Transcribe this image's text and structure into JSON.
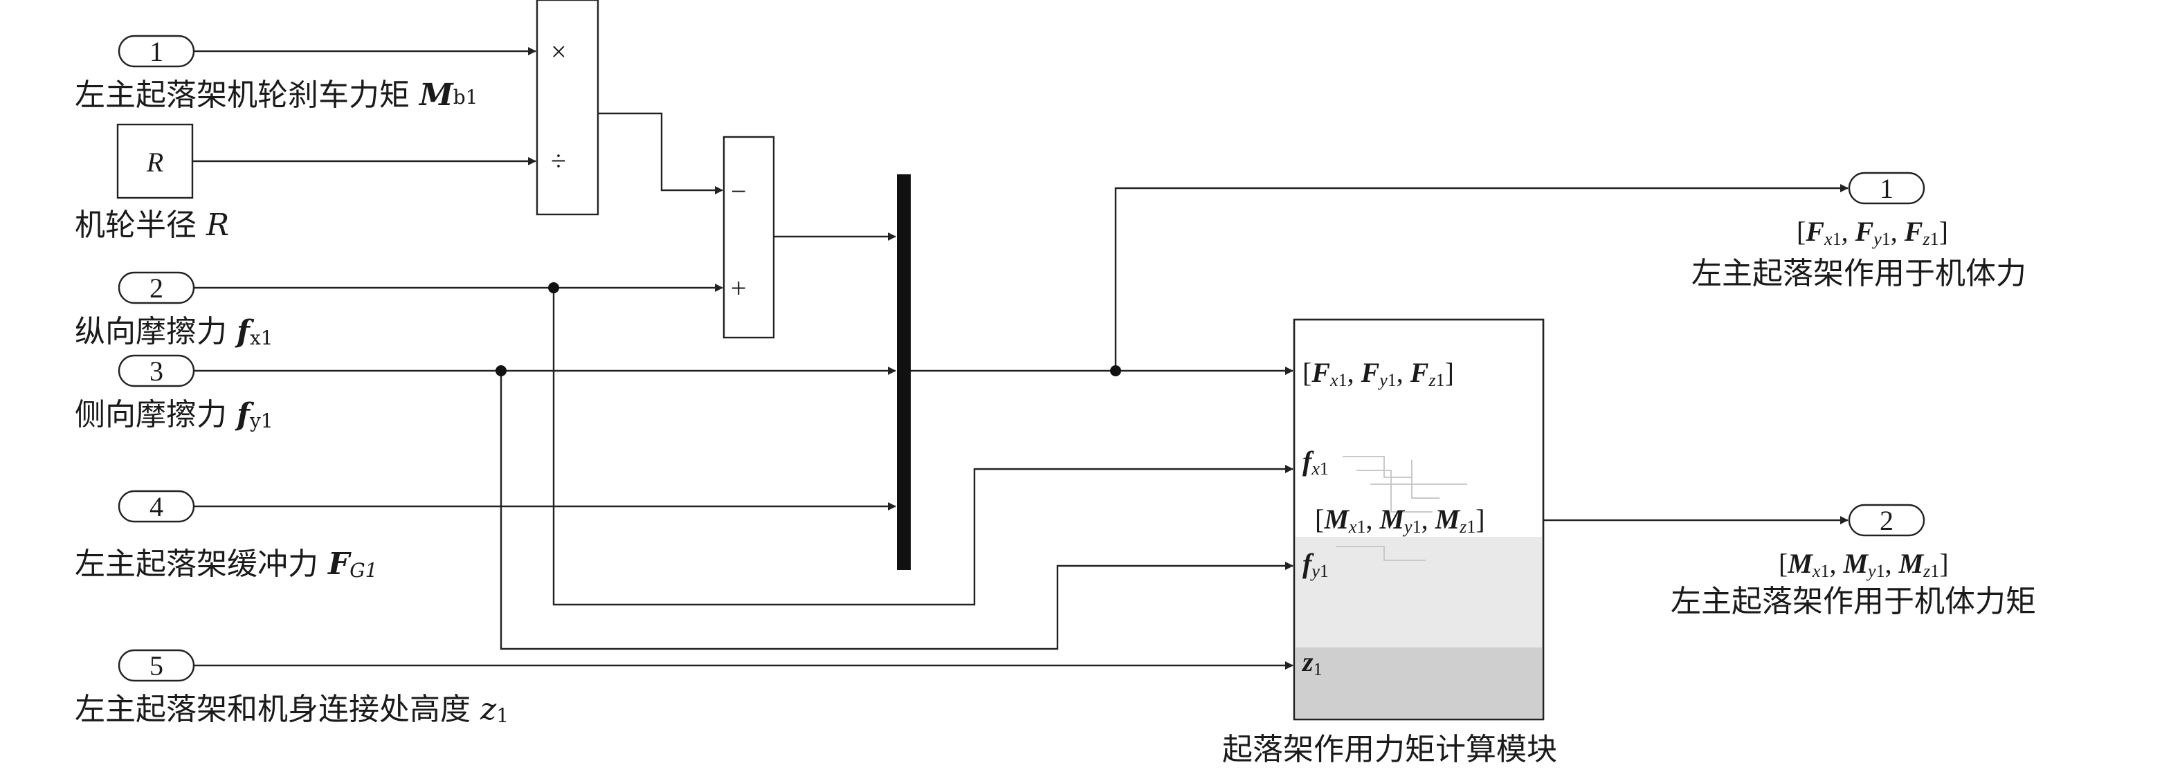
{
  "inputs": [
    {
      "num": "1",
      "label": "左主起落架机轮刹车力矩 ",
      "var": "M",
      "sub": "b1"
    },
    {
      "num": "2",
      "label": "纵向摩擦力 ",
      "var": "f",
      "sub": "x1"
    },
    {
      "num": "3",
      "label": "侧向摩擦力 ",
      "var": "f",
      "sub": "y1"
    },
    {
      "num": "4",
      "label": "左主起落架缓冲力 ",
      "var": "F",
      "sub": "G1"
    },
    {
      "num": "5",
      "label": "左主起落架和机身连接处高度 ",
      "var": "z",
      "sub": "1"
    }
  ],
  "constant": {
    "value": "R",
    "label": "机轮半径 ",
    "var": "R"
  },
  "product_block": {
    "mul": "×",
    "div": "÷"
  },
  "sum_block": {
    "minus": "−",
    "plus": "+"
  },
  "subsystem": {
    "title": "起落架作用力矩计算模块",
    "ports_in": [
      "F_x1",
      "f_x1",
      "f_y1",
      "z_1"
    ],
    "port_out": "M_x1"
  },
  "outputs": [
    {
      "num": "1",
      "label": "左主起落架作用于机体力"
    },
    {
      "num": "2",
      "label": "左主起落架作用于机体力矩"
    }
  ]
}
